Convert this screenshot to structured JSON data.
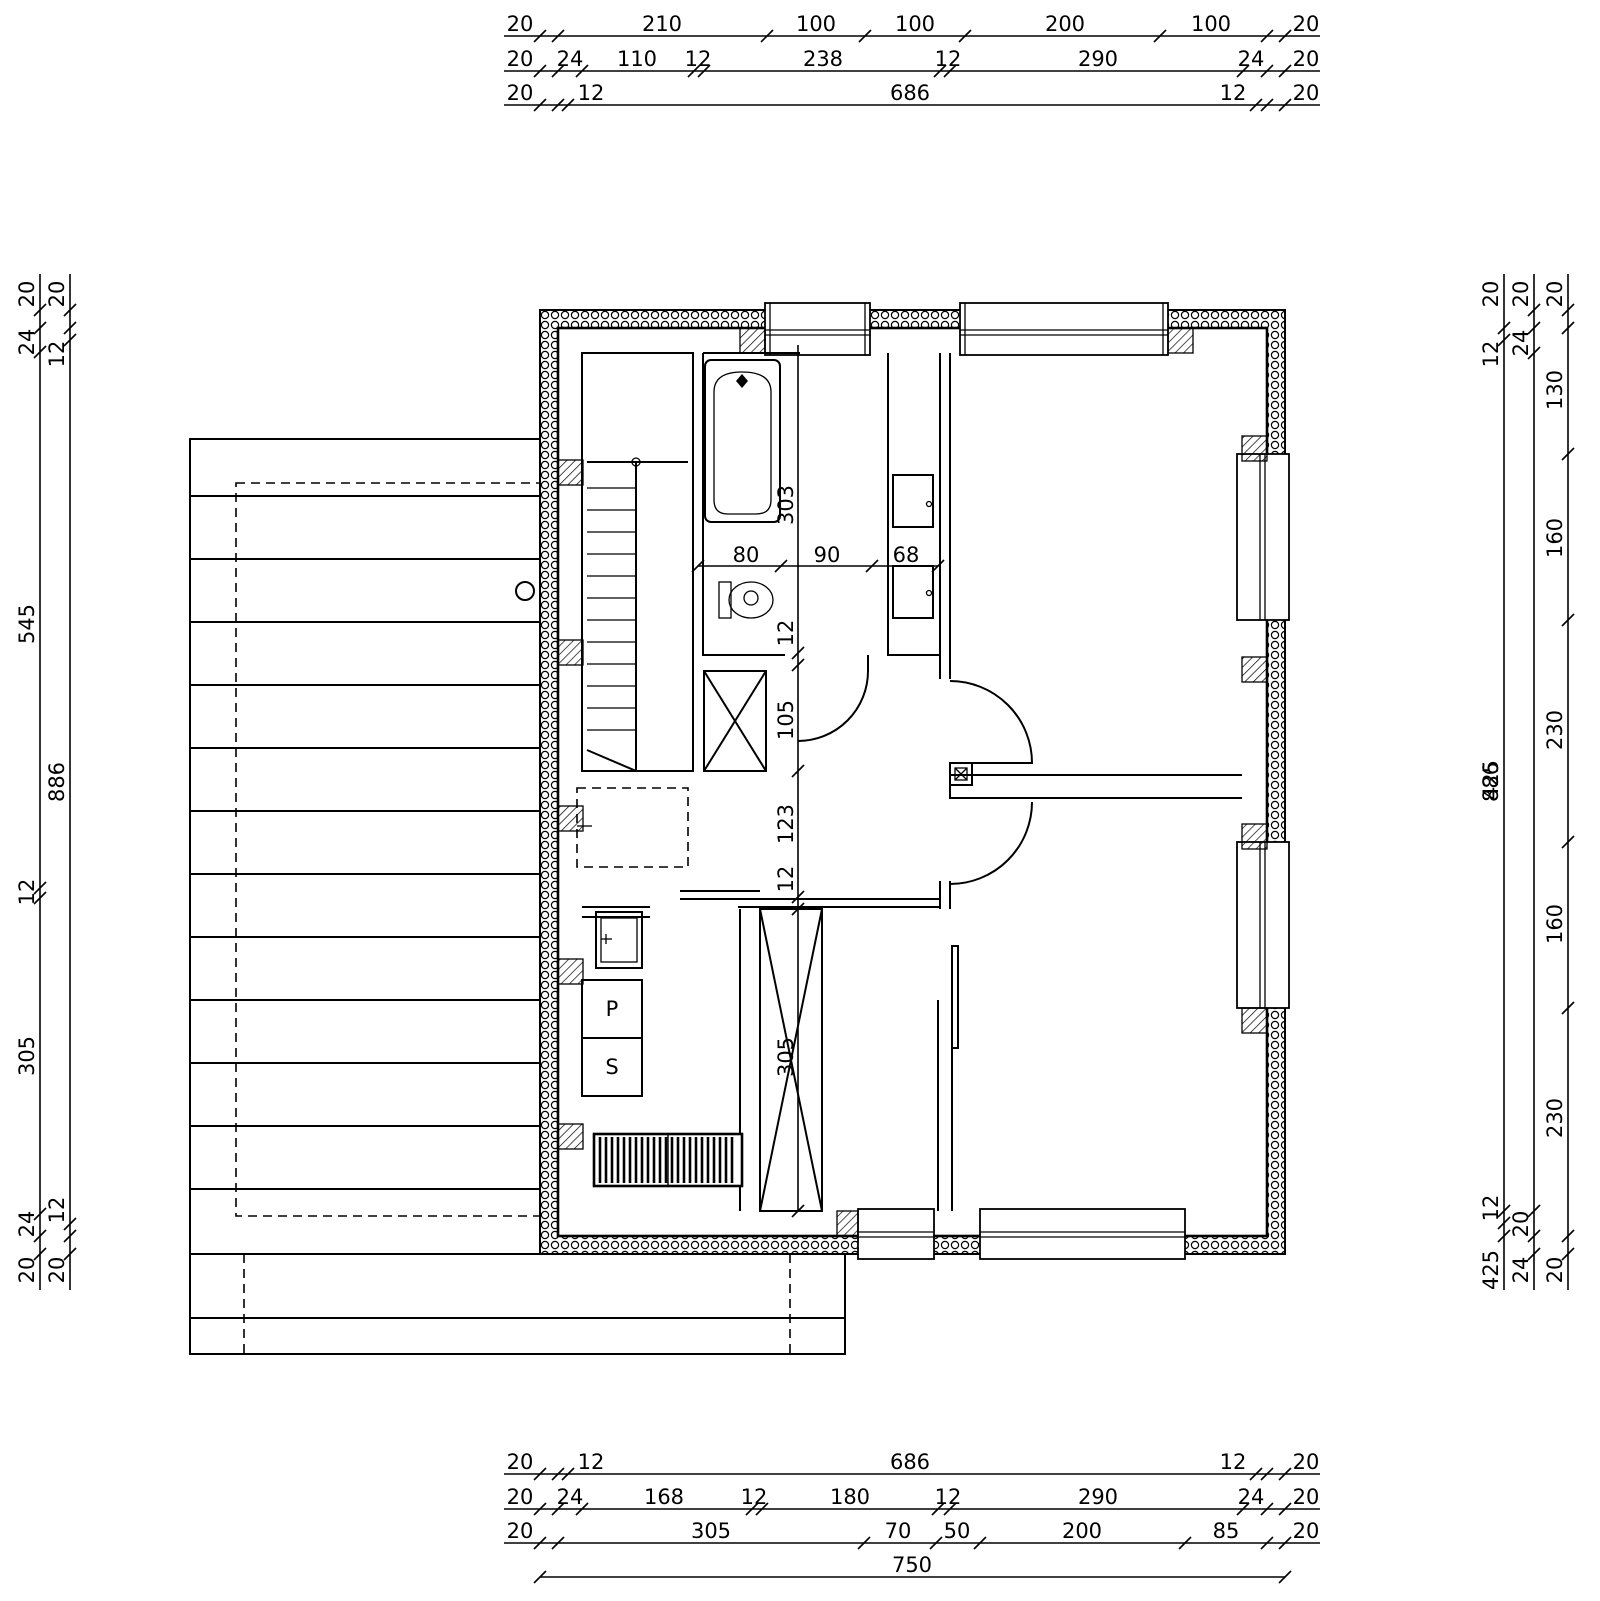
{
  "dims": {
    "top_row1": [
      "20",
      "210",
      "100",
      "100",
      "200",
      "100",
      "20"
    ],
    "top_row2": [
      "20",
      "24",
      "110",
      "12",
      "238",
      "12",
      "290",
      "24",
      "20"
    ],
    "top_row3": [
      "20",
      "12",
      "686",
      "12",
      "20"
    ],
    "bottom_row1": [
      "20",
      "12",
      "686",
      "12",
      "20"
    ],
    "bottom_row2": [
      "20",
      "24",
      "168",
      "12",
      "180",
      "12",
      "290",
      "24",
      "20"
    ],
    "bottom_row3": [
      "20",
      "305",
      "70",
      "50",
      "200",
      "85",
      "20"
    ],
    "bottom_total": "750",
    "left_outer": [
      "20",
      "24",
      "545",
      "12",
      "305",
      "24",
      "20"
    ],
    "left_inner": [
      "20",
      "12",
      "886",
      "12",
      "20"
    ],
    "right_a": [
      "20",
      "12",
      "425",
      "12",
      "425",
      "12",
      "20"
    ],
    "right_a2": [
      "886"
    ],
    "right_b": [
      "20",
      "24",
      "20",
      "24"
    ],
    "right_c": [
      "20",
      "130",
      "160",
      "230",
      "160",
      "230",
      "20"
    ],
    "interior": {
      "bath_w": "80",
      "hall_w": "90",
      "closet_w": "68",
      "bath_h": "303",
      "wall1": "12",
      "door_h": "105",
      "hall_h": "123",
      "wall2": "12",
      "store_h": "305"
    }
  },
  "labels": {
    "washer": "P",
    "dryer": "S"
  }
}
